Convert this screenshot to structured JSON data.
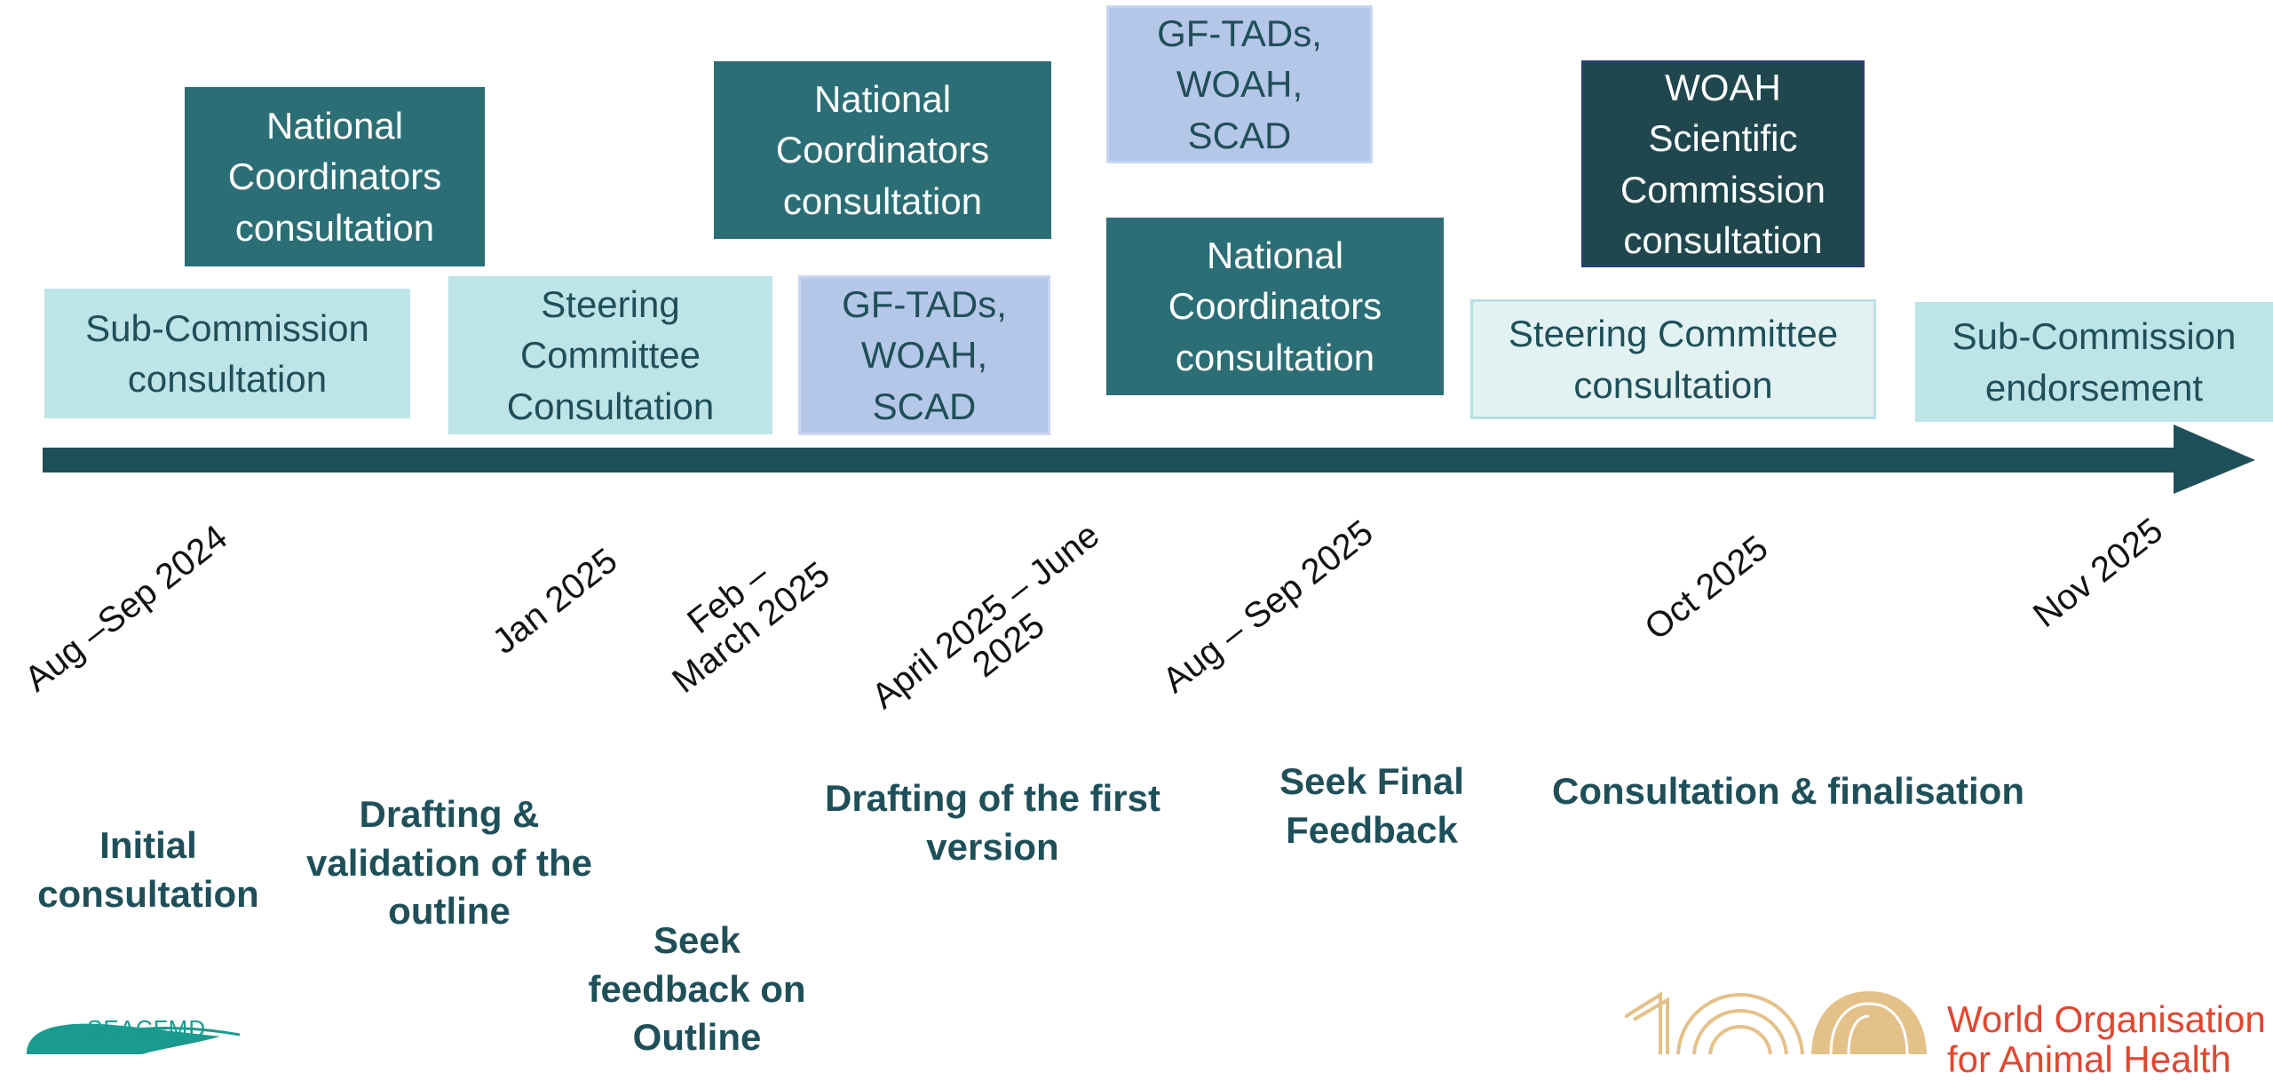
{
  "boxes": {
    "subcommission_consultation": "Sub-Commission\nconsultation",
    "national_coord_1": "National\nCoordinators\nconsultation",
    "steering_committee_1": "Steering\nCommittee\nConsultation",
    "national_coord_2": "National\nCoordinators\nconsultation",
    "gftads_1": "GF-TADs,\nWOAH,\nSCAD",
    "gftads_2": "GF-TADs,\nWOAH,\nSCAD",
    "national_coord_3": "National\nCoordinators\nconsultation",
    "woah_scientific": "WOAH\nScientific\nCommission\nconsultation",
    "steering_committee_2": "Steering Committee\nconsultation",
    "subcommission_endorsement": "Sub-Commission\nendorsement"
  },
  "dates": {
    "d1": "Aug –Sep 2024",
    "d2": "Jan 2025",
    "d3": "Feb –\nMarch 2025",
    "d4": "April 2025 – June\n2025",
    "d5": "Aug – Sep 2025",
    "d6": "Oct 2025",
    "d7": "Nov 2025"
  },
  "phases": {
    "p1": "Initial\nconsultation",
    "p2": "Drafting &\nvalidation of the\noutline",
    "p3": "Seek\nfeedback on\nOutline",
    "p4": "Drafting of the first\nversion",
    "p5": "Seek Final\nFeedback",
    "p6": "Consultation & finalisation"
  },
  "logos": {
    "seacfmd": "SEACFMD",
    "woah_text": "World Organisation\nfor Animal Health"
  },
  "colors": {
    "arrow": "#1f4f58",
    "dark_teal": "#2c6e75",
    "light_teal": "#bde4e7",
    "lavender": "#b5c7e8",
    "darkest": "#1f474d",
    "woah_red": "#e2462f",
    "woah_gold": "#e3c188"
  }
}
